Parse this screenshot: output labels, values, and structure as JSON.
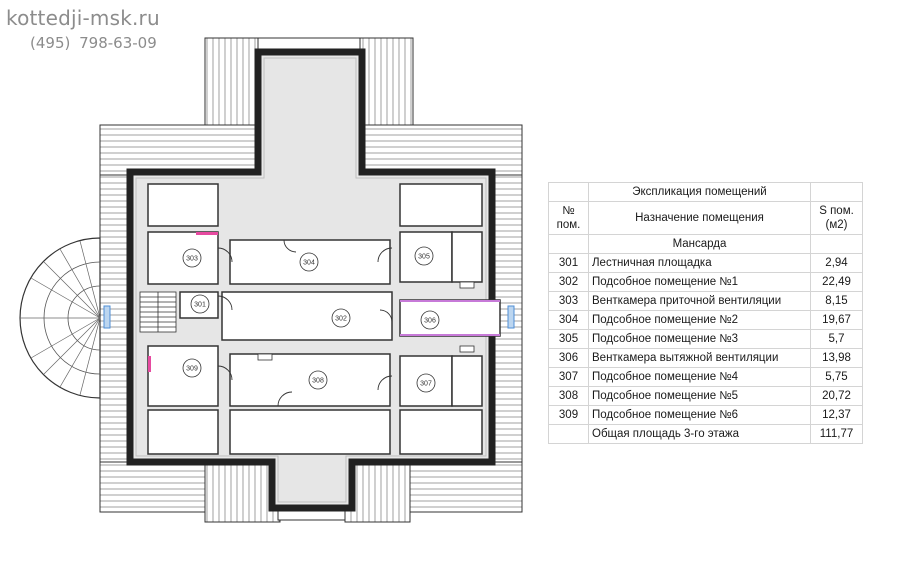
{
  "brand": {
    "site": "kottedji-msk.ru",
    "phone": "(495)  798-63-09"
  },
  "plan": {
    "room_labels": [
      "301",
      "302",
      "303",
      "304",
      "305",
      "306",
      "307",
      "308",
      "309"
    ]
  },
  "explication": {
    "title": "Экспликация помещений",
    "col_num": "№\nпом.",
    "col_purpose": "Назначение помещения",
    "col_area": "S пом.\n(м2)",
    "section": "Мансарда",
    "rows": [
      {
        "num": "301",
        "name": "Лестничная площадка",
        "area": "2,94"
      },
      {
        "num": "302",
        "name": "Подсобное помещение №1",
        "area": "22,49"
      },
      {
        "num": "303",
        "name": "Венткамера приточной вентиляции",
        "area": "8,15"
      },
      {
        "num": "304",
        "name": "Подсобное помещение №2",
        "area": "19,67"
      },
      {
        "num": "305",
        "name": "Подсобное помещение №3",
        "area": "5,7"
      },
      {
        "num": "306",
        "name": "Венткамера вытяжной вентиляции",
        "area": "13,98"
      },
      {
        "num": "307",
        "name": "Подсобное помещение №4",
        "area": "5,75"
      },
      {
        "num": "308",
        "name": "Подсобное помещение №5",
        "area": "20,72"
      },
      {
        "num": "309",
        "name": "Подсобное помещение №6",
        "area": "12,37"
      }
    ],
    "total_label": "Общая площадь 3-го этажа",
    "total_value": "111,77"
  }
}
